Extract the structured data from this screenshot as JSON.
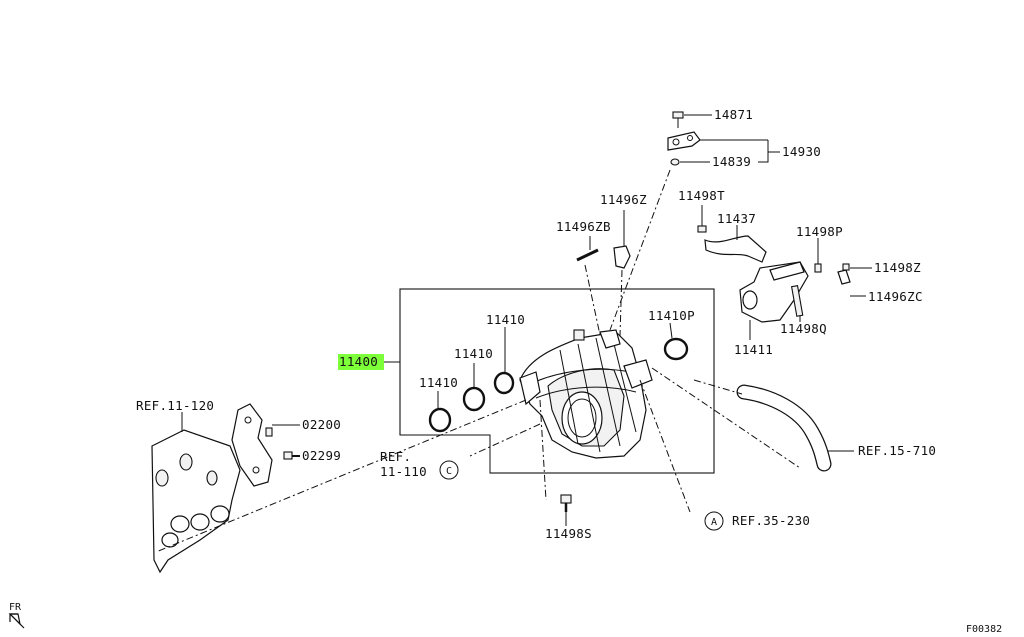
{
  "callouts": {
    "p14871": "14871",
    "p14930": "14930",
    "p14839": "14839",
    "p11496Z": "11496Z",
    "p11498T": "11498T",
    "p11437": "11437",
    "p11498P": "11498P",
    "p11498Z": "11498Z",
    "p11496ZC": "11496ZC",
    "p11498Q": "11498Q",
    "p11411": "11411",
    "p11496ZB": "11496ZB",
    "p11410a": "11410",
    "p11410b": "11410",
    "p11410c": "11410",
    "p11410P": "11410P",
    "p11400": "11400",
    "ref11120": "REF.11-120",
    "p02200": "02200",
    "p02299": "02299",
    "ref11110a": "REF.",
    "ref11110b": "11-110",
    "circleC": "C",
    "ref15710": "REF.15-710",
    "circleA": "A",
    "ref35230": "REF.35-230",
    "p11498S": "11498S",
    "fr": "FR",
    "figure_code": "F00382"
  },
  "colors": {
    "highlight": "#7dff3a",
    "line": "#111111"
  }
}
